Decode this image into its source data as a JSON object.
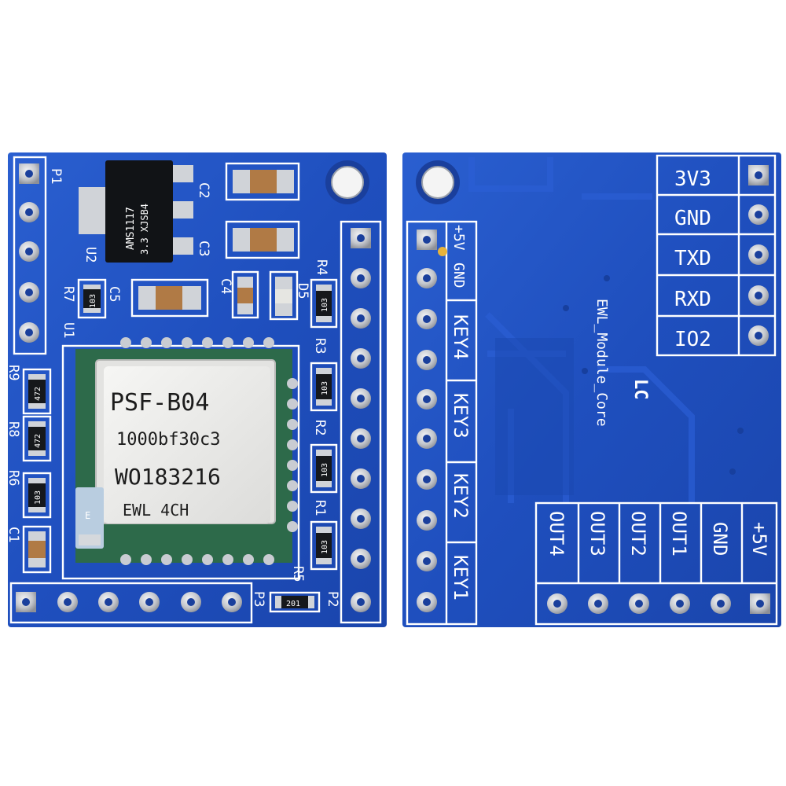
{
  "front": {
    "module_shield": {
      "line1": "PSF-B04",
      "line2": "1000bf30c3",
      "line3": "WO183216",
      "line4": "EWL   4CH"
    },
    "regulator": {
      "line1": "AMS1117",
      "line2": "3.3 XJSB4"
    },
    "labels": {
      "p1": "P1",
      "p2": "P2",
      "p3": "P3",
      "u1": "U1",
      "u2": "U2",
      "c1": "C1",
      "c2": "C2",
      "c3": "C3",
      "c4": "C4",
      "c5": "C5",
      "d5": "D5",
      "r1": "R1",
      "r2": "R2",
      "r3": "R3",
      "r4": "R4",
      "r5": "R5",
      "r6": "R6",
      "r7": "R7",
      "r8": "R8",
      "r9": "R9"
    },
    "resistor_codes": {
      "r1": "103",
      "r2": "103",
      "r3": "103",
      "r4": "103",
      "r5": "201",
      "r6": "103",
      "r7": "103",
      "r8": "472",
      "r9": "472"
    },
    "led_label": "E"
  },
  "back": {
    "header_top_right": [
      "3V3",
      "GND",
      "TXD",
      "RXD",
      "IO2"
    ],
    "header_left": [
      "+5V",
      "GND",
      "KEY4",
      "KEY3",
      "KEY2",
      "KEY1"
    ],
    "header_bottom": [
      "OUT4",
      "OUT3",
      "OUT2",
      "OUT1",
      "GND",
      "+5V"
    ],
    "brand": "LC",
    "module_name": "EWL_Module_Core"
  },
  "colors": {
    "pcb": "#1f4fbe",
    "silkscreen": "#ffffff",
    "copper_pad": "#c9ccd2",
    "module_shield": "#eeeeec"
  }
}
